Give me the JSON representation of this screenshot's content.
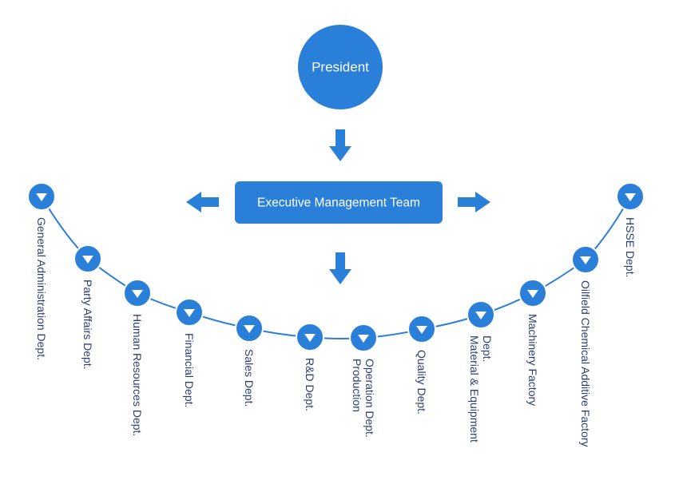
{
  "president": {
    "label": "President"
  },
  "executive": {
    "label": "Executive Management Team"
  },
  "departments": [
    {
      "id": "general-admin",
      "lines": [
        "General Administration Dept."
      ]
    },
    {
      "id": "party-affairs",
      "lines": [
        "Party Affairs Dept."
      ]
    },
    {
      "id": "human-resources",
      "lines": [
        "Human Resources Dept."
      ]
    },
    {
      "id": "financial",
      "lines": [
        "Financial Dept."
      ]
    },
    {
      "id": "sales",
      "lines": [
        "Sales Dept."
      ]
    },
    {
      "id": "rnd",
      "lines": [
        "R&D Dept."
      ]
    },
    {
      "id": "production-operation",
      "lines": [
        "Production",
        "Operation Dept."
      ]
    },
    {
      "id": "quality",
      "lines": [
        "Quality Dept."
      ]
    },
    {
      "id": "material-equipment",
      "lines": [
        "Material & Equipment",
        "Dept."
      ]
    },
    {
      "id": "machinery-factory",
      "lines": [
        "Machinery Factory"
      ]
    },
    {
      "id": "oilfield-chemical",
      "lines": [
        "Oilfield Chemical Additive Factory"
      ]
    },
    {
      "id": "hsse",
      "lines": [
        "HSSE Dept."
      ]
    }
  ],
  "colors": {
    "primary": "#2a7fd8",
    "dark": "#1e63b5",
    "text": "#2b3e73",
    "line": "#2a7fd8",
    "white": "#ffffff"
  },
  "icons": {
    "node": "down-triangle-icon",
    "arrow_down": "arrow-down-icon",
    "arrow_left": "arrow-left-icon",
    "arrow_right": "arrow-right-icon"
  }
}
